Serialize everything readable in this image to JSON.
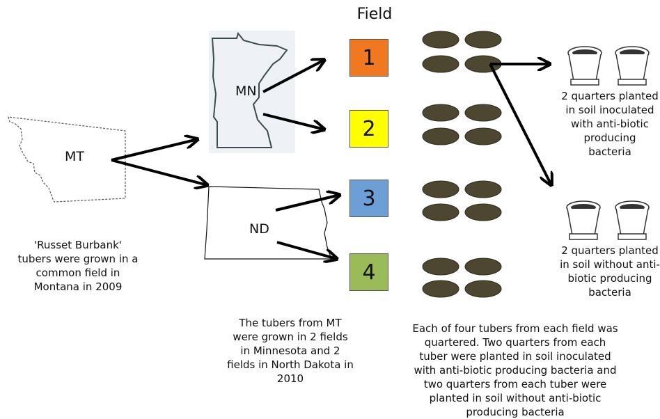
{
  "title": "Field",
  "states": {
    "mt": "MT",
    "mn": "MN",
    "nd": "ND"
  },
  "fields": [
    {
      "number": "1",
      "color": "#f07820"
    },
    {
      "number": "2",
      "color": "#ffff00"
    },
    {
      "number": "3",
      "color": "#6d9fd7"
    },
    {
      "number": "4",
      "color": "#9bbb59"
    }
  ],
  "tuber_color": "#4d4630",
  "captions": {
    "montana": "'Russet Burbank' tubers were grown in a common field in Montana in 2009",
    "mt_to_fields": "The tubers from MT were grown in 2 fields in Minnesota and 2 fields in North Dakota in 2010",
    "quartered": "Each of four tubers from each field was quartered.  Two quarters from each tuber were planted in soil inoculated with anti-biotic producing bacteria and two quarters from each tuber were planted in soil without anti-biotic producing bacteria",
    "inoculated": "2 quarters planted in soil inoculated with anti-biotic producing bacteria",
    "without": "2 quarters planted in soil without anti-biotic producing bacteria"
  }
}
